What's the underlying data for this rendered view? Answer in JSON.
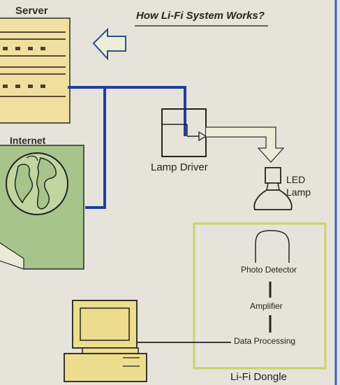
{
  "title": "How Li-Fi System Works?",
  "server": {
    "label": "Server"
  },
  "internet": {
    "label": "Internet"
  },
  "lamp_driver": {
    "label": "Lamp Driver"
  },
  "led_lamp": {
    "line1": "LED",
    "line2": "Lamp"
  },
  "dongle": {
    "label": "Li-Fi Dongle",
    "photo_detector": "Photo Detector",
    "amplifier": "Amplifier",
    "data_processing": "Data Processing"
  },
  "colors": {
    "background": "#e6e4da",
    "server_fill": "#efe0a0",
    "internet_fill": "#a7c48a",
    "link_blue": "#1f3f9e",
    "dongle_border": "#c7d46a",
    "computer_fill": "#ecde8e",
    "right_border": "#3a5fc4"
  }
}
